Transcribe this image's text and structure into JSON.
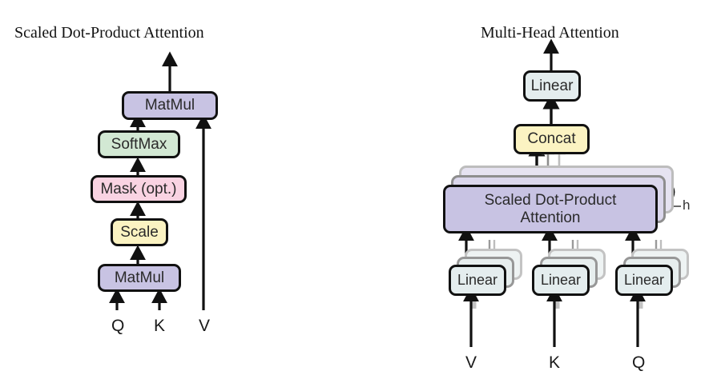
{
  "figure": {
    "left_panel": {
      "title": "Scaled Dot-Product Attention",
      "nodes": [
        {
          "label": "MatMul",
          "color": "#c8c3e3",
          "name": "matmul-top"
        },
        {
          "label": "SoftMax",
          "color": "#d2e8d3",
          "name": "softmax"
        },
        {
          "label": "Mask (opt.)",
          "color": "#f9d3e2",
          "name": "mask-opt"
        },
        {
          "label": "Scale",
          "color": "#fbf3c2",
          "name": "scale"
        },
        {
          "label": "MatMul",
          "color": "#c8c3e3",
          "name": "matmul-bottom"
        }
      ],
      "inputs": [
        {
          "label": "Q",
          "name": "input-q"
        },
        {
          "label": "K",
          "name": "input-k"
        },
        {
          "label": "V",
          "name": "input-v"
        }
      ]
    },
    "right_panel": {
      "title": "Multi-Head Attention",
      "nodes": [
        {
          "label": "Linear",
          "color": "#e4edee",
          "name": "linear-out"
        },
        {
          "label": "Concat",
          "color": "#fbf3c2",
          "name": "concat"
        },
        {
          "label": "Scaled Dot-Product\nAttention",
          "color": "#c8c3e3",
          "name": "scaled-dot-product-attention"
        },
        {
          "label": "Linear",
          "color": "#e4edee",
          "name": "linear-v"
        },
        {
          "label": "Linear",
          "color": "#e4edee",
          "name": "linear-k"
        },
        {
          "label": "Linear",
          "color": "#e4edee",
          "name": "linear-q"
        }
      ],
      "heads_label": "h",
      "inputs": [
        {
          "label": "V",
          "name": "input-v"
        },
        {
          "label": "K",
          "name": "input-k"
        },
        {
          "label": "Q",
          "name": "input-q"
        }
      ]
    },
    "colors": {
      "purple": "#c8c3e3",
      "green": "#d2e8d3",
      "pink": "#f9d3e2",
      "yellow": "#fbf3c2",
      "bluegray": "#e4edee",
      "stroke": "#111111",
      "ghost_stroke": "#9a9a9a",
      "text": "#2a2a2a"
    }
  }
}
